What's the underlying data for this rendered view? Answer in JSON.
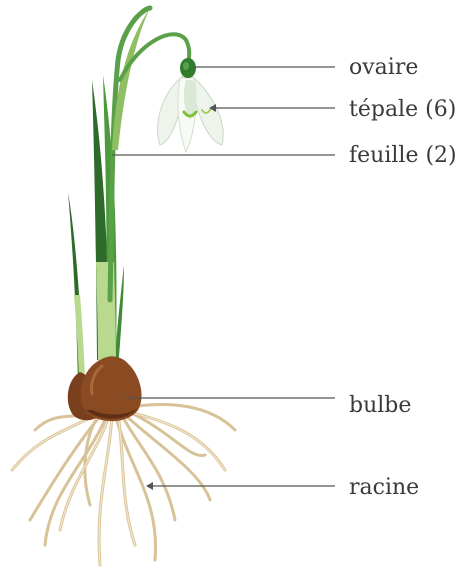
{
  "labels": {
    "ovaire": "ovaire",
    "tepale": "tépale (6)",
    "feuille": "feuille (2)",
    "bulbe": "bulbe",
    "racine": "racine"
  },
  "colors": {
    "leaf_dark": "#2e6b2a",
    "leaf_light": "#8fbf63",
    "stem_pale": "#b8d98e",
    "petal": "#f4f7f2",
    "petal_shade": "#d9e6d3",
    "petal_mark": "#7fbf3a",
    "ovary": "#2f7d2a",
    "bulb": "#8a4a22",
    "bulb_dark": "#5e2f14",
    "root": "#e6d2a8",
    "root_edge": "#c8b088",
    "line": "#555555",
    "text": "#3a3a3a"
  }
}
